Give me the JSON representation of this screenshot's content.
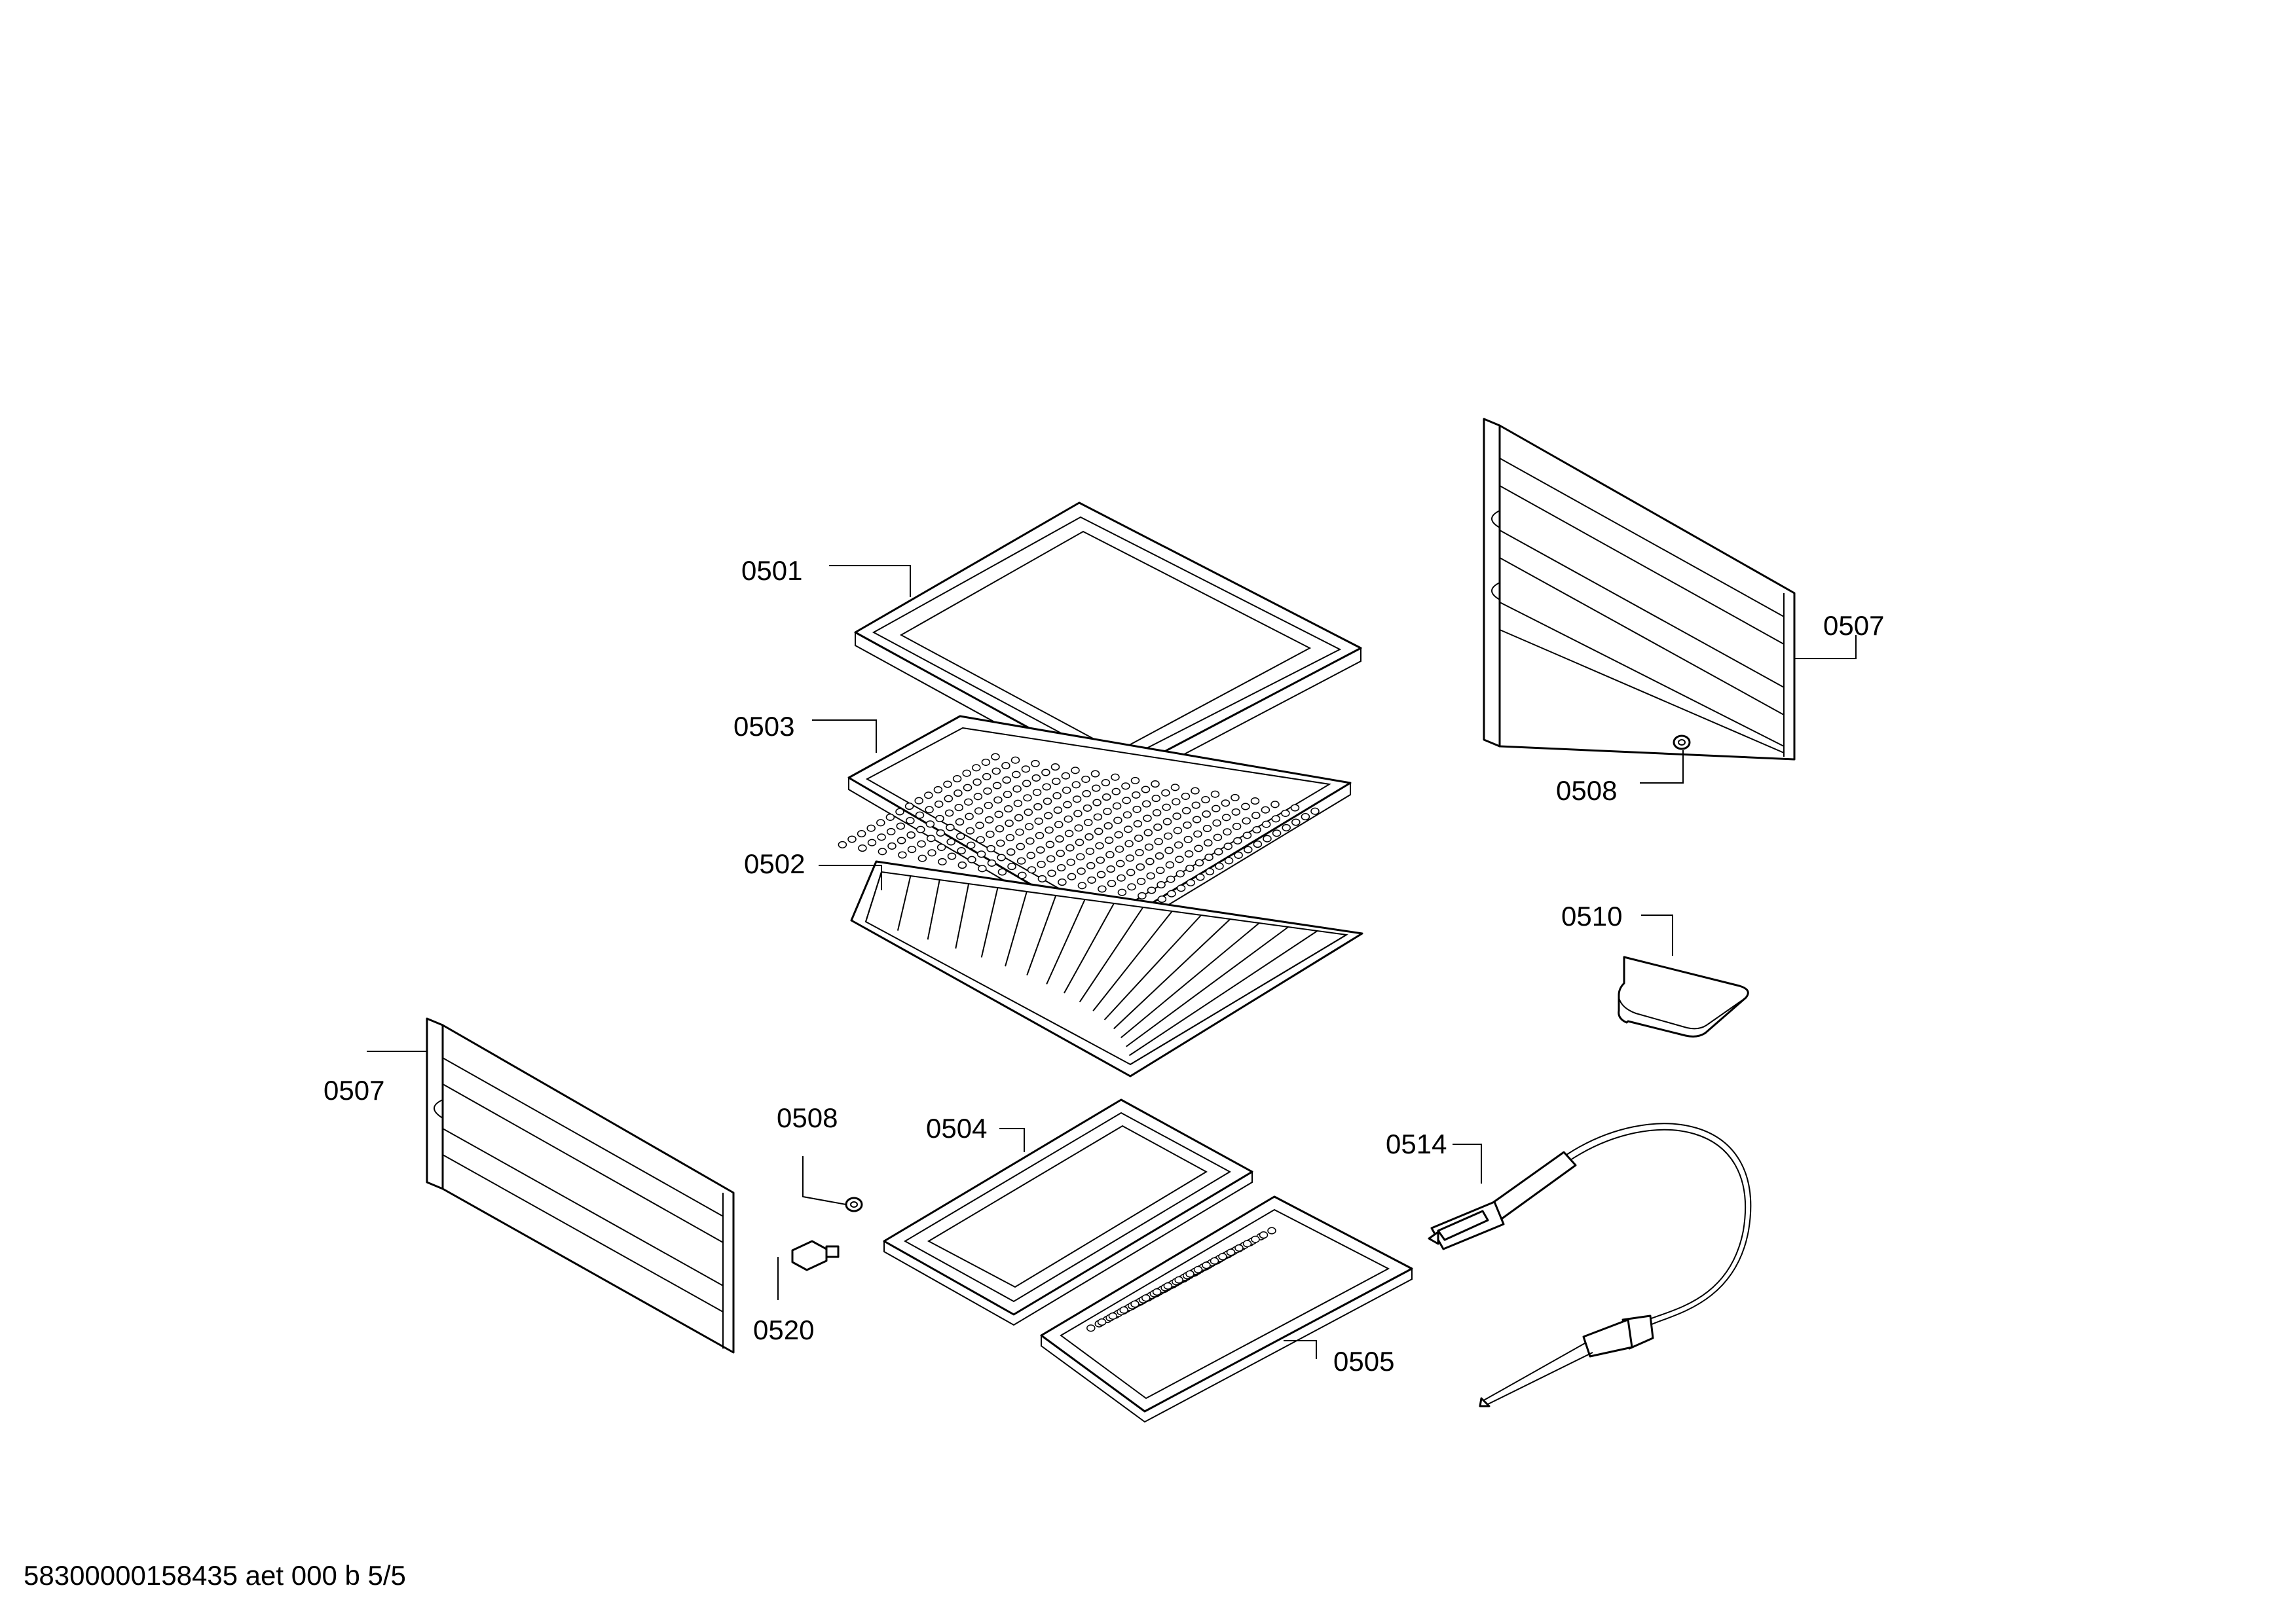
{
  "diagram": {
    "labels": {
      "tray_top": "0501",
      "grid": "0502",
      "perforated_tray": "0503",
      "small_tray": "0504",
      "small_perforated_tray": "0505",
      "rail_right": "0507",
      "rail_left": "0507",
      "nut_right": "0508",
      "nut_left": "0508",
      "sponge": "0510",
      "probe": "0514",
      "bolt": "0520"
    },
    "footer": "58300000158435 aet 000 b 5/5"
  }
}
